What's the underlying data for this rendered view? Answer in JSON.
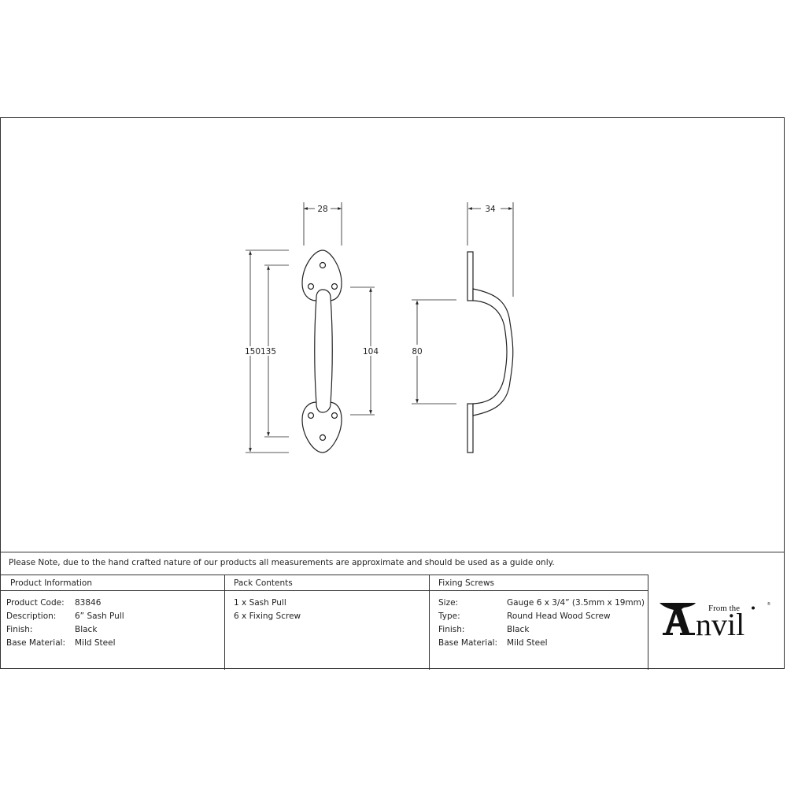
{
  "drawing": {
    "front_view": {
      "width_dim": "28",
      "overall_length_dim": "150",
      "hole_centres_dim": "135",
      "grip_length_dim": "104"
    },
    "side_view": {
      "projection_dim": "34",
      "inner_span_dim": "80"
    }
  },
  "note": "Please Note, due to the hand crafted nature of our products all measurements are approximate and should be used as a guide only.",
  "product_information": {
    "heading": "Product Information",
    "rows": [
      {
        "label": "Product Code:",
        "value": "83846"
      },
      {
        "label": "Description:",
        "value": "6” Sash Pull"
      },
      {
        "label": "Finish:",
        "value": "Black"
      },
      {
        "label": "Base Material:",
        "value": "Mild Steel"
      }
    ]
  },
  "pack_contents": {
    "heading": "Pack Contents",
    "items": [
      "1 x Sash Pull",
      "6 x Fixing Screw"
    ]
  },
  "fixing_screws": {
    "heading": "Fixing Screws",
    "rows": [
      {
        "label": "Size:",
        "value": "Gauge 6 x 3/4” (3.5mm x 19mm)"
      },
      {
        "label": "Type:",
        "value": "Round Head Wood Screw"
      },
      {
        "label": "Finish:",
        "value": "Black"
      },
      {
        "label": "Base Material:",
        "value": "Mild Steel"
      }
    ]
  },
  "logo": {
    "small_text": "From the",
    "main_text": "nvil",
    "registered": "®"
  }
}
